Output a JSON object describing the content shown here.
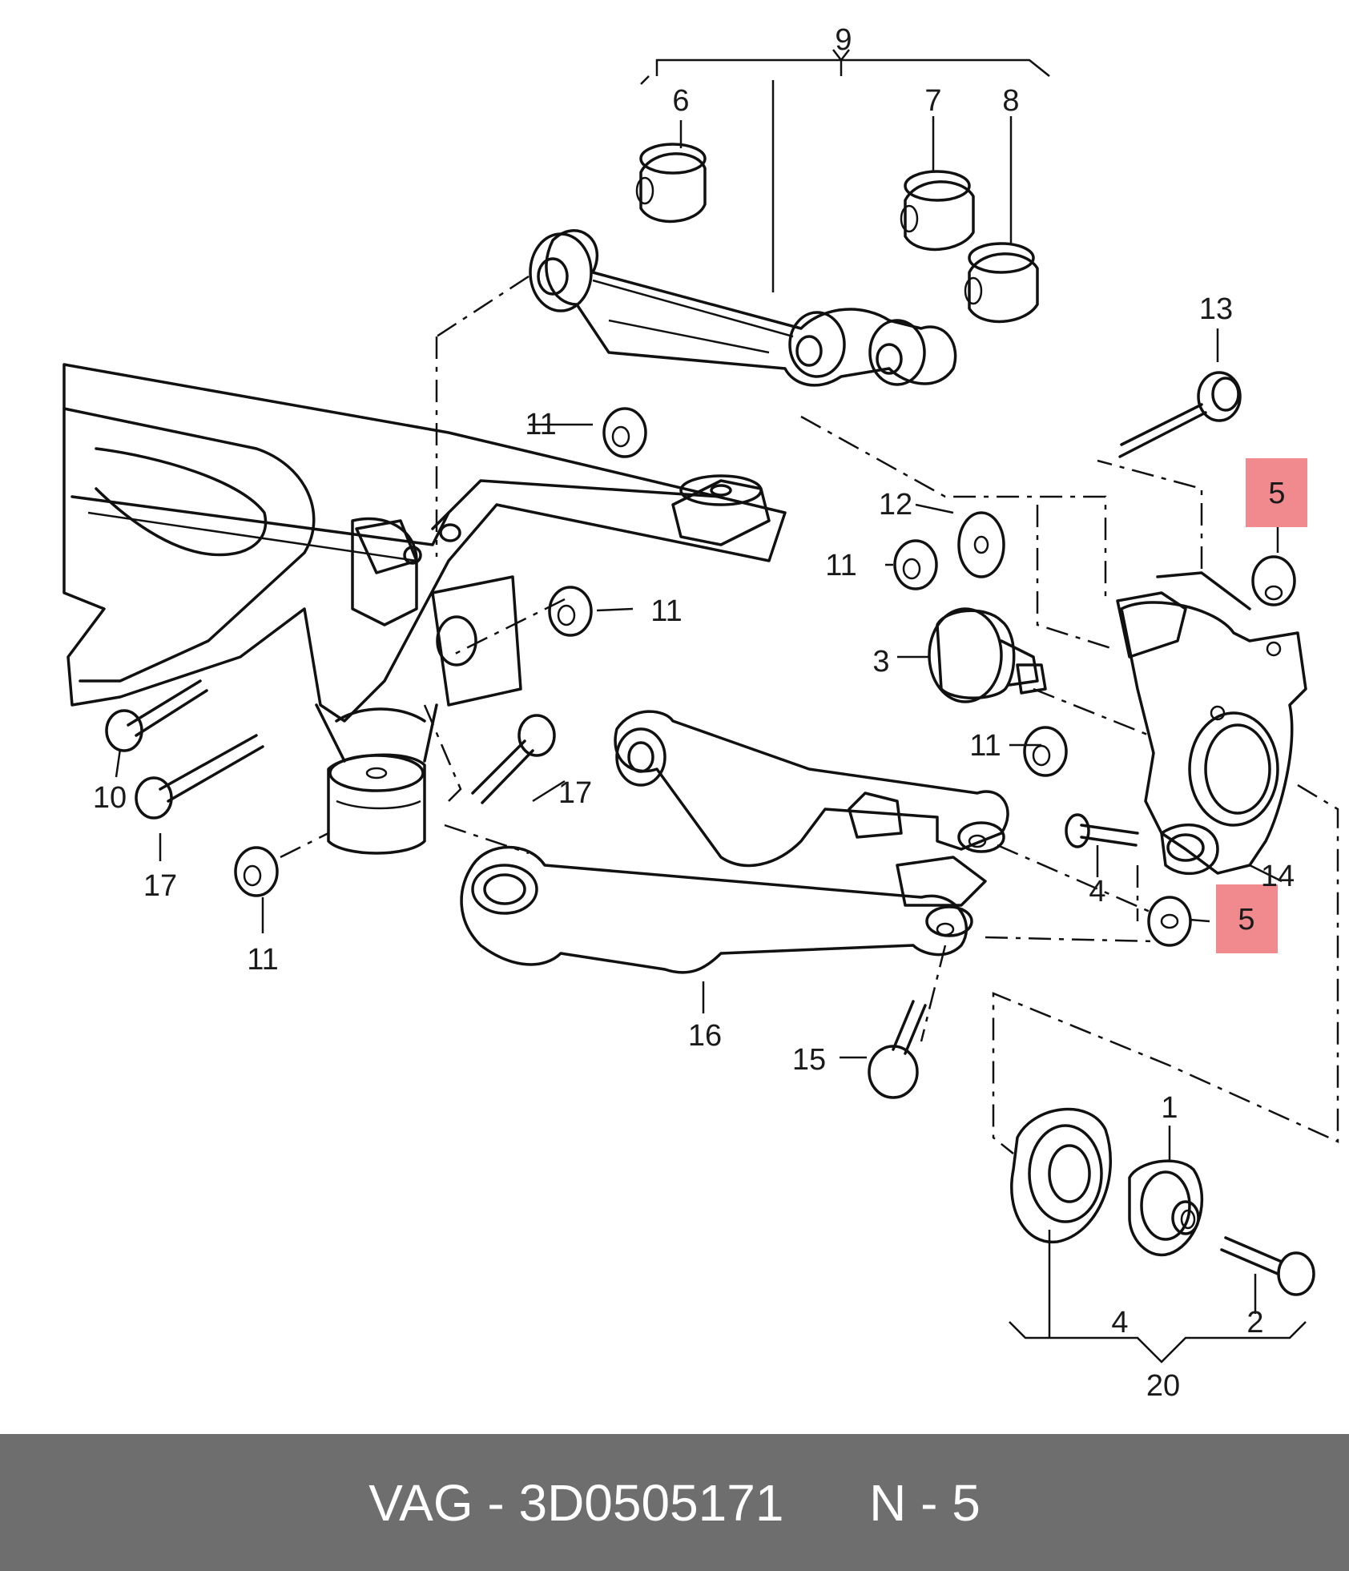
{
  "callouts": {
    "c1": "1",
    "c2": "2",
    "c3": "3",
    "c4a": "4",
    "c4b": "4",
    "c5a": "5",
    "c5b": "5",
    "c6": "6",
    "c7": "7",
    "c8": "8",
    "c9": "9",
    "c10": "10",
    "c11a": "11",
    "c11b": "11",
    "c11c": "11",
    "c11d": "11",
    "c11e": "11",
    "c12": "12",
    "c13": "13",
    "c14": "14",
    "c15": "15",
    "c16": "16",
    "c17a": "17",
    "c17b": "17",
    "c20": "20"
  },
  "highlight_color": "#f08a8f",
  "footer": {
    "brand": "VAG",
    "separator": "-",
    "part_number": "3D0505171",
    "position_label": "N - 5"
  }
}
